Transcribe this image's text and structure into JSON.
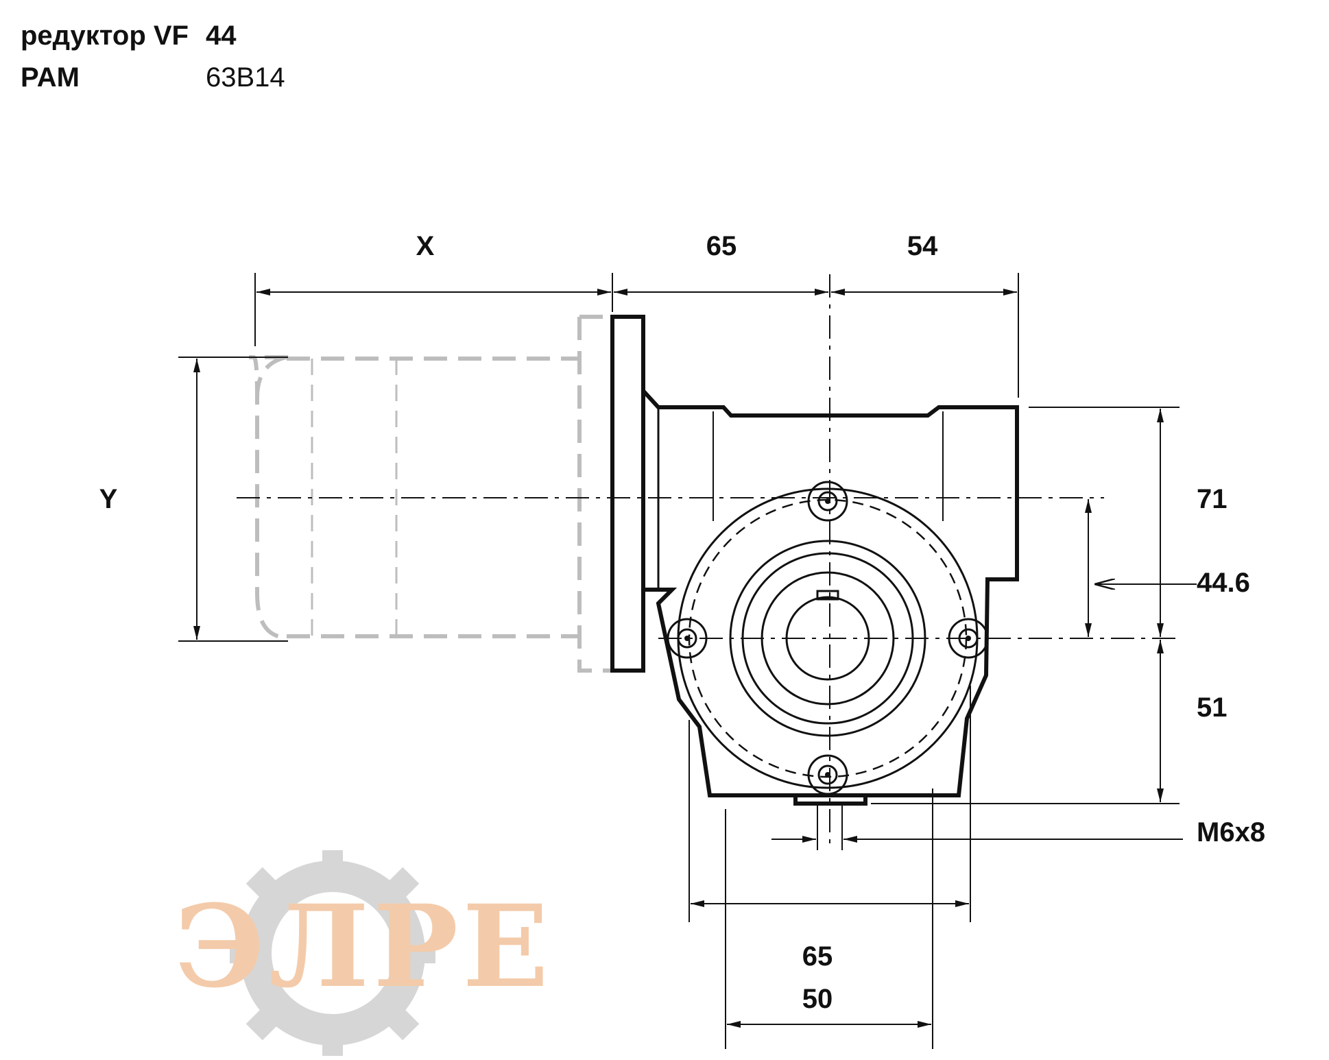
{
  "header": {
    "line1_label": "редуктор VF",
    "line1_value": "44",
    "line2_label": "PAM",
    "line2_value": "63B14"
  },
  "dimensions": {
    "x": "X",
    "d65_top": "65",
    "d54": "54",
    "y": "Y",
    "d71": "71",
    "d44_6": "44.6",
    "d51": "51",
    "m6x8": "M6x8",
    "d65_bottom": "65",
    "d50": "50"
  },
  "logo": {
    "text": "ЭЛРЕ"
  },
  "colors": {
    "line": "#111111",
    "phantom_motor": "#bdbdbd",
    "logo_orange": "#f5c9a6",
    "logo_gray": "#c8c8c8"
  }
}
